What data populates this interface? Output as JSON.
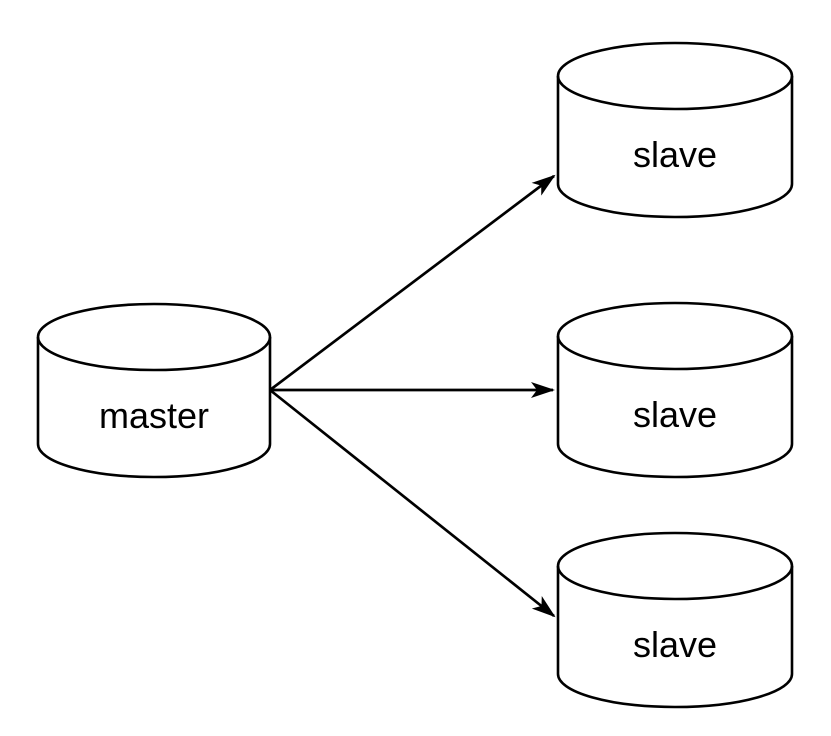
{
  "diagram": {
    "type": "database-replication-topology",
    "background_color": "#ffffff",
    "shape_fill_color": "#ffffff",
    "shape_stroke_color": "#000000",
    "text_color": "#000000",
    "nodes": [
      {
        "id": "master",
        "label": "master",
        "shape": "cylinder"
      },
      {
        "id": "slave-1",
        "label": "slave",
        "shape": "cylinder"
      },
      {
        "id": "slave-2",
        "label": "slave",
        "shape": "cylinder"
      },
      {
        "id": "slave-3",
        "label": "slave",
        "shape": "cylinder"
      }
    ],
    "edges": [
      {
        "from": "master",
        "to": "slave-1",
        "style": "arrow"
      },
      {
        "from": "master",
        "to": "slave-2",
        "style": "arrow"
      },
      {
        "from": "master",
        "to": "slave-3",
        "style": "arrow"
      }
    ]
  }
}
